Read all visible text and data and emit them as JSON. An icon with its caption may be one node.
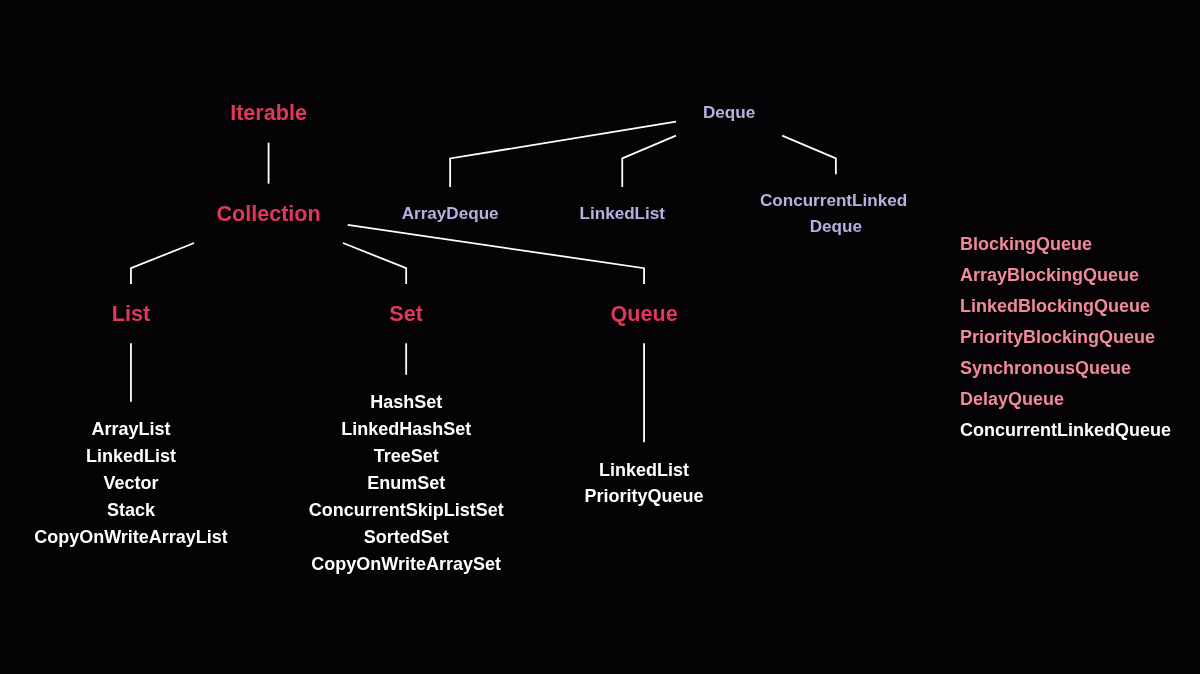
{
  "diagram": {
    "nodes": [
      {
        "text": [
          "Iterable"
        ]
      },
      {
        "text": [
          "Collection"
        ]
      },
      {
        "text": [
          "List"
        ]
      },
      {
        "text": [
          "Set"
        ]
      },
      {
        "text": [
          "Queue"
        ]
      },
      {
        "text": [
          "ArrayList",
          "LinkedList",
          "Vector",
          "Stack",
          "CopyOnWriteArrayList"
        ]
      },
      {
        "text": [
          "HashSet",
          "LinkedHashSet",
          "TreeSet",
          "EnumSet",
          "ConcurrentSkipListSet",
          "SortedSet",
          "CopyOnWriteArraySet"
        ]
      },
      {
        "text": [
          "LinkedList",
          "PriorityQueue"
        ]
      },
      {
        "text": [
          "Deque"
        ]
      },
      {
        "text": [
          "ArrayDeque"
        ]
      },
      {
        "text": [
          "LinkedList"
        ]
      },
      {
        "text": [
          "ConcurrentLinked Deque"
        ]
      }
    ],
    "edges": [
      {
        "from": 0,
        "to": 1,
        "arrow": "none"
      },
      {
        "from": 1,
        "to": 2,
        "arrow": "none"
      },
      {
        "from": 1,
        "to": 3,
        "arrow": "none"
      },
      {
        "from": 1,
        "to": 4,
        "arrow": "none"
      },
      {
        "from": 2,
        "to": 5,
        "arrow": "none"
      },
      {
        "from": 3,
        "to": 6,
        "arrow": "none"
      },
      {
        "from": 4,
        "to": 7,
        "arrow": "none"
      },
      {
        "from": 8,
        "to": 9,
        "arrow": "none"
      },
      {
        "from": 8,
        "to": 10,
        "arrow": "none"
      },
      {
        "from": 8,
        "to": 11,
        "arrow": "none"
      }
    ],
    "labels": [
      "BlockingQueue",
      "ArrayBlockingQueue",
      "LinkedBlockingQueue",
      "PriorityBlockingQueue",
      "SynchronousQueue",
      "DelayQueue",
      "ConcurrentLinkedQueue"
    ]
  }
}
